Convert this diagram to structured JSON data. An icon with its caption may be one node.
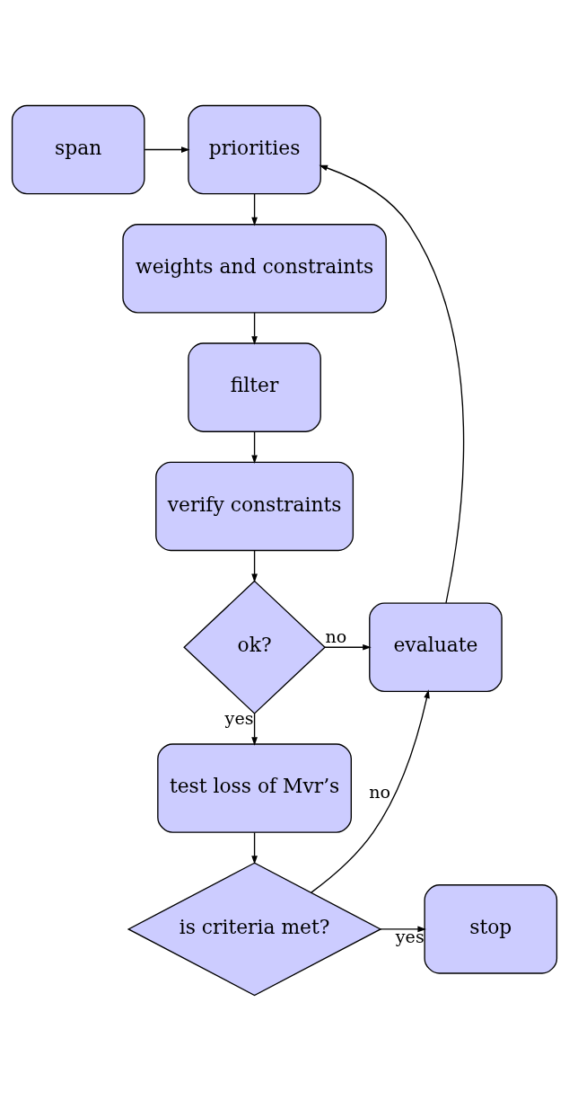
{
  "diagram": {
    "nodes": [
      {
        "text": [
          "priorities"
        ]
      },
      {
        "text": [
          "span"
        ]
      },
      {
        "text": [
          "weights and constraints"
        ]
      },
      {
        "text": [
          "filter"
        ]
      },
      {
        "text": [
          "verify constraints"
        ]
      },
      {
        "text": [
          "ok?"
        ]
      },
      {
        "text": [
          "evaluate"
        ]
      },
      {
        "text": [
          "test loss of Mvr’s"
        ]
      },
      {
        "text": [
          "is criteria met?"
        ]
      },
      {
        "text": [
          "stop"
        ]
      }
    ],
    "edges": [
      {
        "from": 1,
        "to": 0,
        "arrow": "to"
      },
      {
        "from": 0,
        "to": 2,
        "arrow": "to"
      },
      {
        "from": 2,
        "to": 3,
        "arrow": "to"
      },
      {
        "from": 3,
        "to": 4,
        "arrow": "to"
      },
      {
        "from": 4,
        "to": 5,
        "arrow": "to"
      },
      {
        "from": 5,
        "to": 6,
        "arrow": "to",
        "label": "no"
      },
      {
        "from": 5,
        "to": 7,
        "arrow": "to",
        "label": "yes"
      },
      {
        "from": 7,
        "to": 8,
        "arrow": "to"
      },
      {
        "from": 8,
        "to": 9,
        "arrow": "to",
        "label": "yes"
      },
      {
        "from": 8,
        "to": 6,
        "arrow": "to",
        "label": "no"
      },
      {
        "from": 6,
        "to": 0,
        "arrow": "to"
      }
    ]
  }
}
